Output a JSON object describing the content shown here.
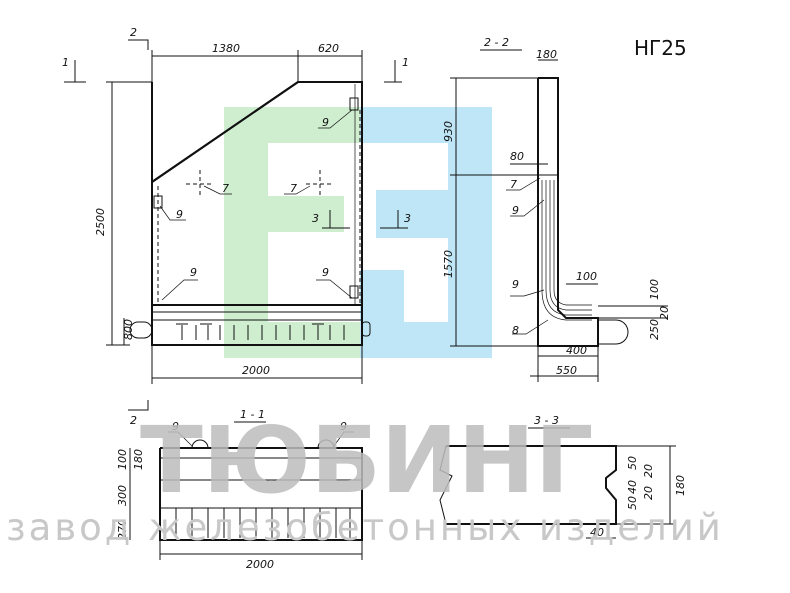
{
  "drawing": {
    "code": "НГ25",
    "section_labels": {
      "s11": "1 - 1",
      "s22": "2 - 2",
      "s33": "3 - 3"
    },
    "cut_marks": {
      "c1": "1",
      "c2": "2",
      "c3": "3"
    },
    "callouts": {
      "seven": "7",
      "eight": "8",
      "nine": "9"
    },
    "front_view": {
      "dims": [
        "1380",
        "620",
        "2500",
        "800",
        "2000"
      ]
    },
    "side_view": {
      "dims": [
        "180",
        "930",
        "80",
        "1570",
        "100",
        "100",
        "20",
        "250",
        "400",
        "550"
      ]
    },
    "section_1_1": {
      "dims": [
        "100",
        "180",
        "300",
        "270",
        "2000"
      ]
    },
    "section_3_3": {
      "dims": [
        "50",
        "20",
        "40",
        "50",
        "20",
        "180",
        "40"
      ]
    }
  },
  "watermark": {
    "brand": "ТЮБИНГ",
    "tagline": "завод железобетонных изделий",
    "logo_colors": {
      "green": "#cfeecf",
      "blue": "#bfe6f6"
    }
  }
}
